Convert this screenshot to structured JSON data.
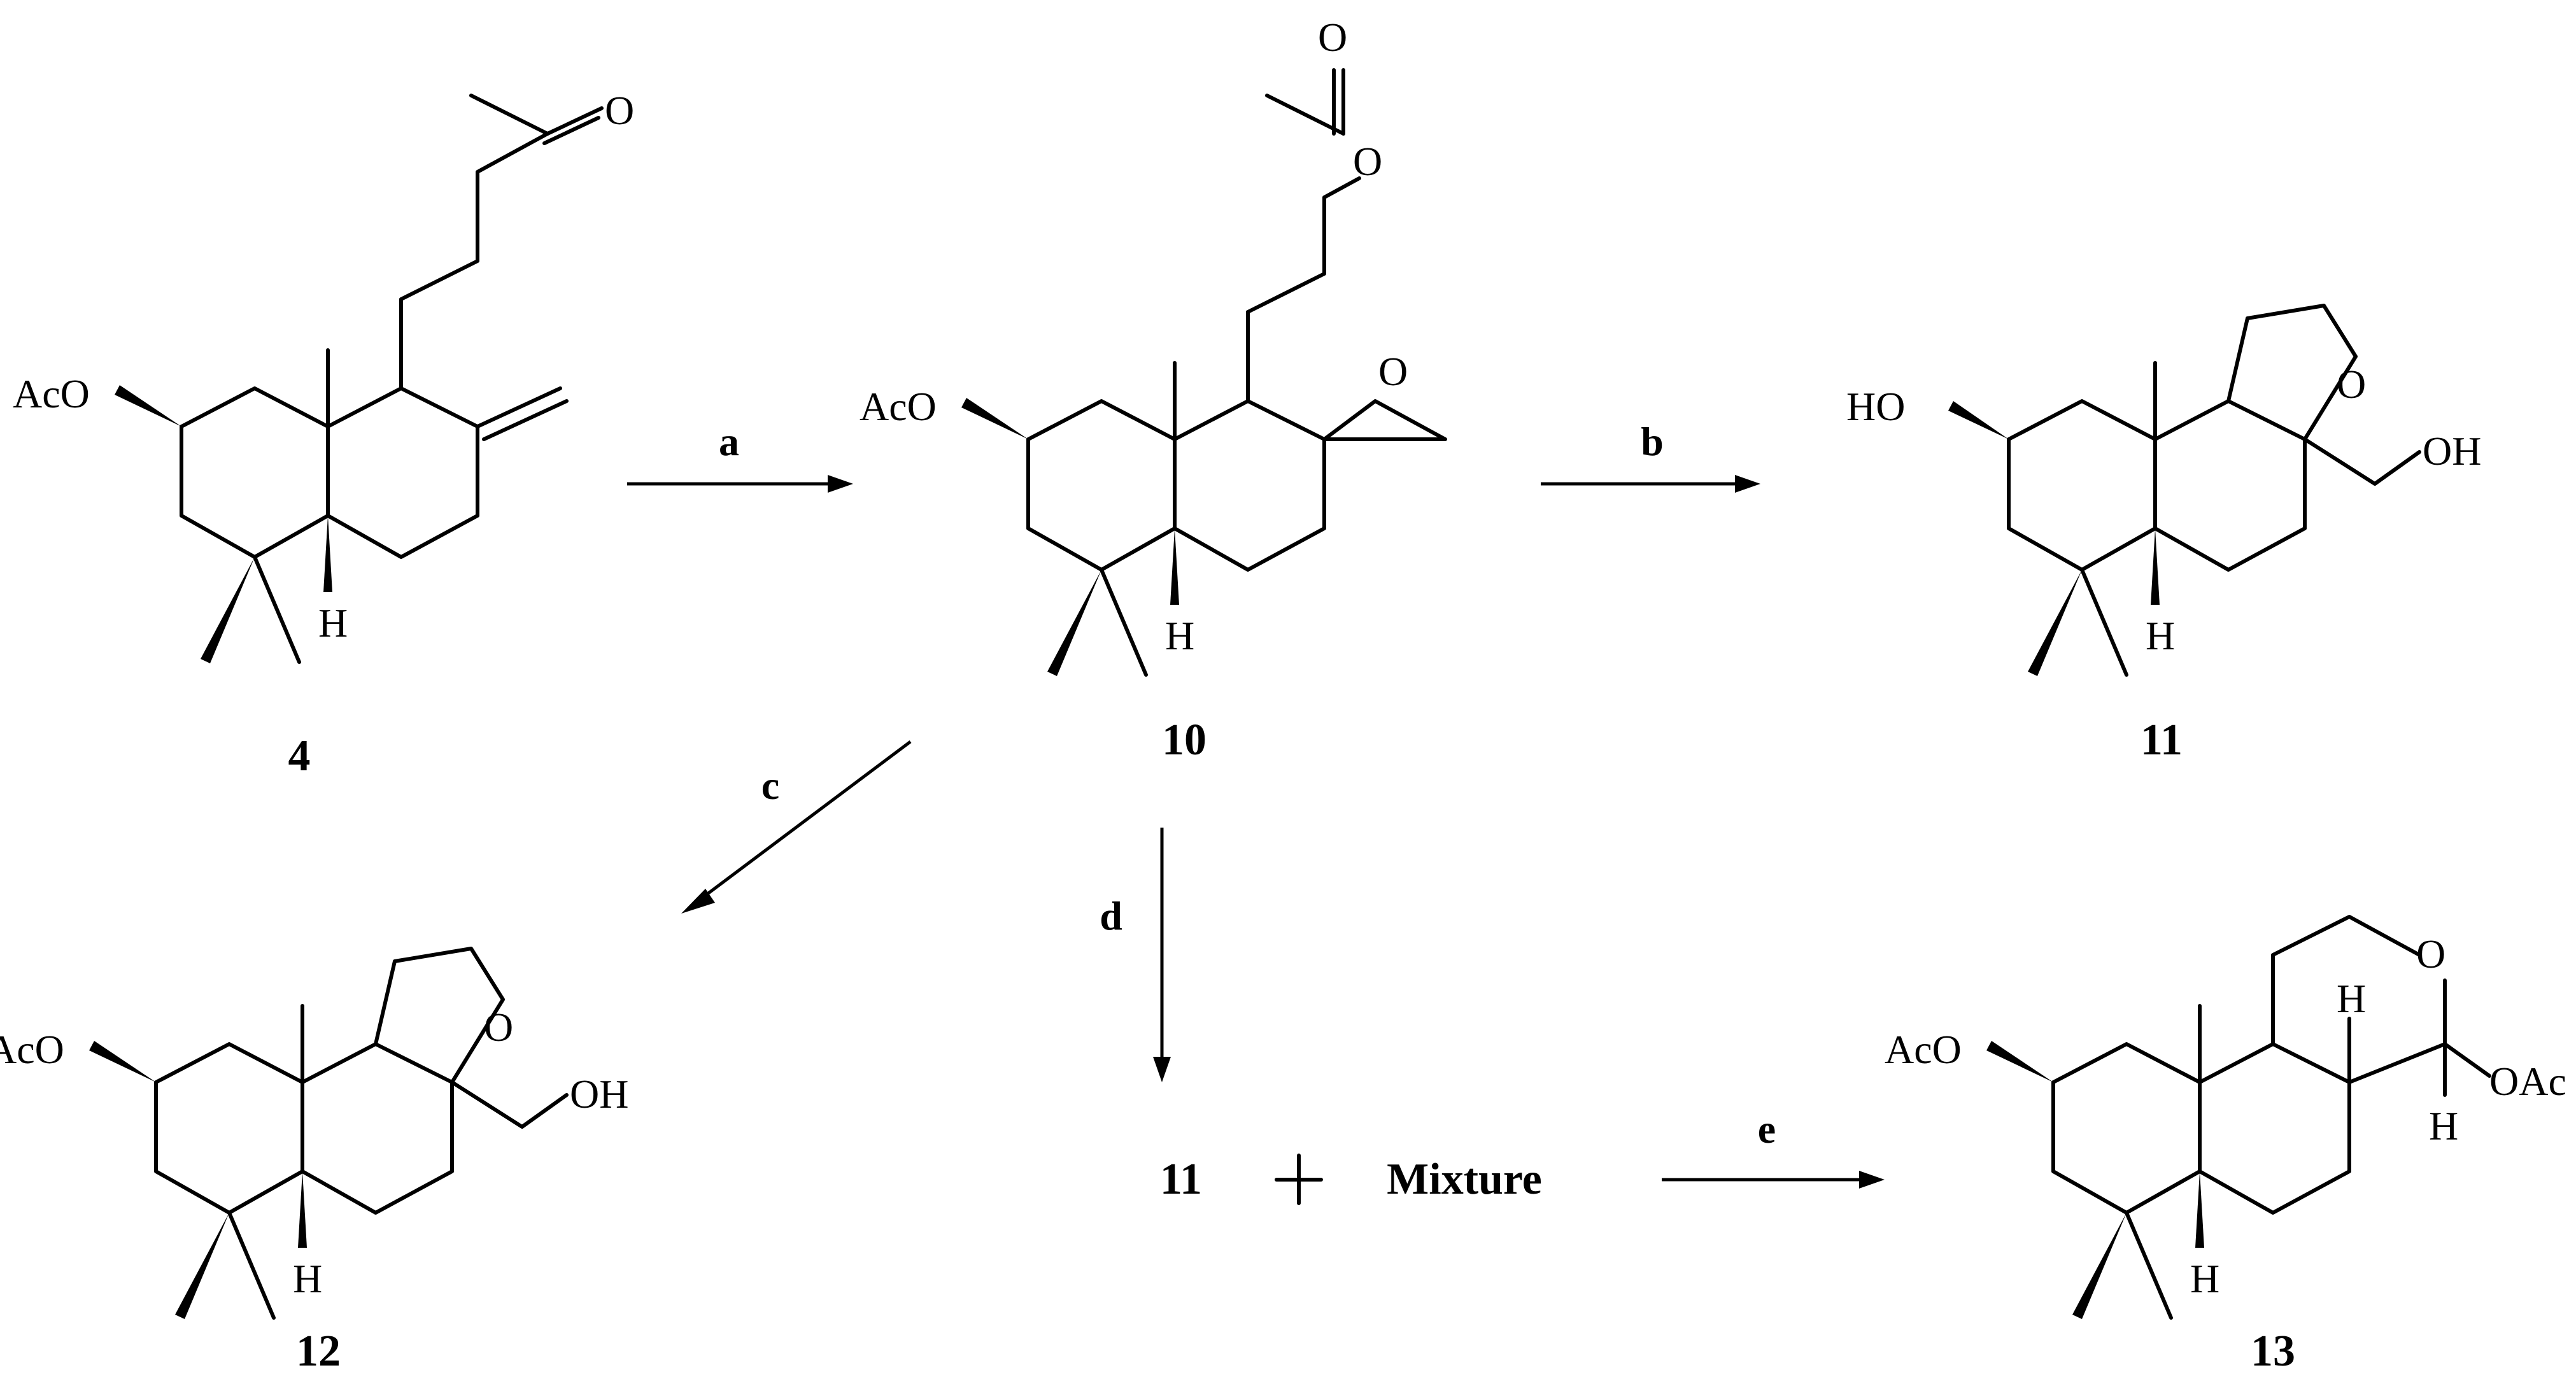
{
  "scheme": {
    "compounds": [
      {
        "id": "4",
        "label": "4"
      },
      {
        "id": "10",
        "label": "10"
      },
      {
        "id": "11",
        "label": "11"
      },
      {
        "id": "12",
        "label": "12"
      },
      {
        "id": "13",
        "label": "13"
      }
    ],
    "conditions": {
      "a": "a",
      "b": "b",
      "c": "c",
      "d": "d",
      "e": "e"
    },
    "products_line": {
      "compound": "11",
      "plus": "+",
      "mixture": "Mixture"
    },
    "atoms": {
      "AcO": "AcO",
      "OAc": "OAc",
      "HO": "HO",
      "OH": "OH",
      "O": "O",
      "H": "H"
    }
  }
}
